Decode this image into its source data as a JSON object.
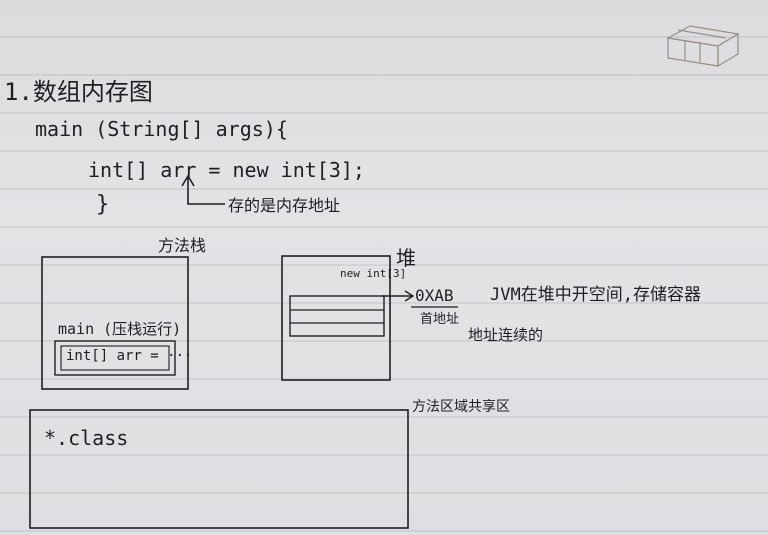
{
  "notes": {
    "title": "1.数组内存图",
    "line_main": "main (String[] args){",
    "line_decl": "int[] arr = new int[3];",
    "line_close": "}",
    "annot_addr": "存的是内存地址",
    "label_stack": "方法栈",
    "stack_main": "main (压栈运行)",
    "stack_var": "int[] arr = ···",
    "label_heap": "堆",
    "heap_new": "new int[3]",
    "heap_addr": "0XAB",
    "heap_first": "首地址",
    "heap_jvm": "JVM在堆中开空间,存储容器",
    "heap_contig": "地址连续的",
    "label_method_area": "方法区域共享区",
    "method_class": "*.class"
  }
}
